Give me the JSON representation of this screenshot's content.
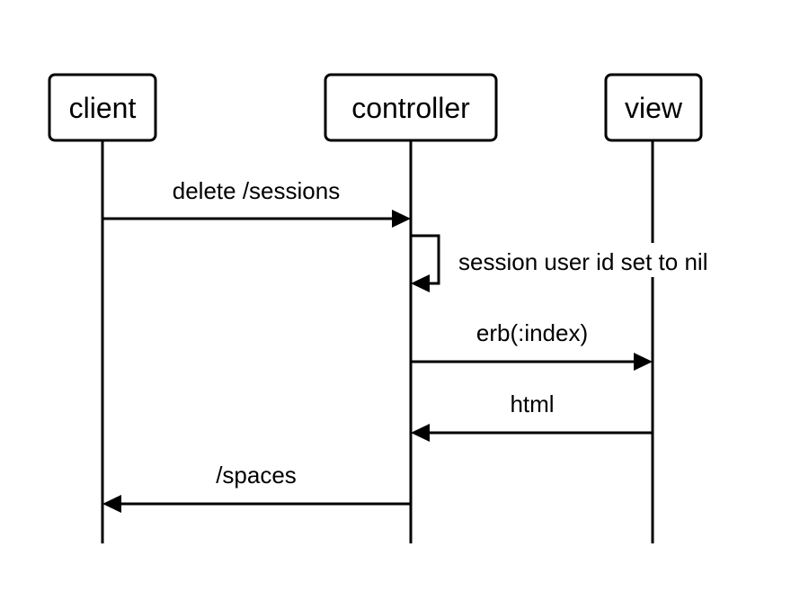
{
  "diagram": {
    "type": "sequence",
    "colors": {
      "stroke": "#000000",
      "fill": "#ffffff",
      "text": "#000000"
    },
    "participants": [
      {
        "id": "client",
        "label": "client"
      },
      {
        "id": "controller",
        "label": "controller"
      },
      {
        "id": "view",
        "label": "view"
      }
    ],
    "messages": [
      {
        "from": "client",
        "to": "controller",
        "label": "delete /sessions"
      },
      {
        "from": "controller",
        "to": "controller",
        "label": "session user id set to nil"
      },
      {
        "from": "controller",
        "to": "view",
        "label": "erb(:index)"
      },
      {
        "from": "view",
        "to": "controller",
        "label": "html"
      },
      {
        "from": "controller",
        "to": "client",
        "label": "/spaces"
      }
    ]
  }
}
